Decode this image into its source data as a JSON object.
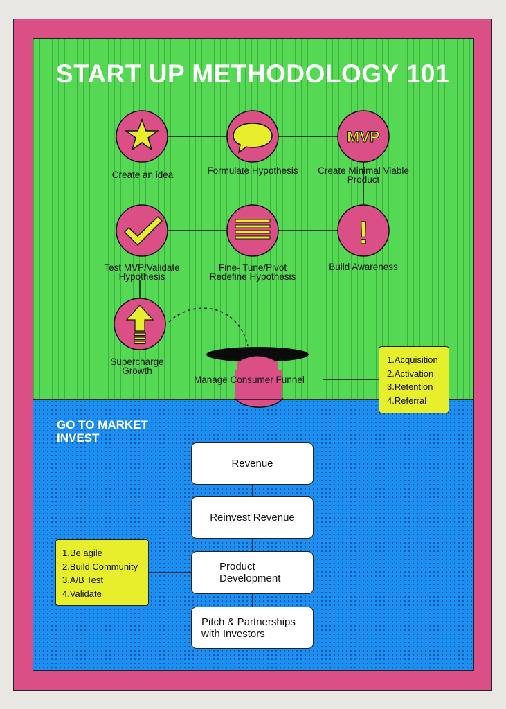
{
  "title": "START UP METHODOLOGY 101",
  "colors": {
    "frame": "#d94f86",
    "top_panel": "#55d954",
    "bottom_panel": "#1c8ff0",
    "node_fill": "#d94f86",
    "icon_fill": "#e7ee2b",
    "list_fill": "#e7ee2b"
  },
  "steps": [
    {
      "label": "Create an idea",
      "icon": "star-icon"
    },
    {
      "label": "Formulate Hypothesis",
      "icon": "speech-bubble-icon"
    },
    {
      "label": "Create Minimal Viable Product",
      "icon": "mvp-badge-icon",
      "icon_text": "MVP"
    },
    {
      "label": "Test MVP/Validate Hypothesis",
      "icon": "checkmark-icon"
    },
    {
      "label": "Fine- Tune/Pivot Redefine Hypothesis",
      "icon": "lines-icon"
    },
    {
      "label": "Build Awareness",
      "icon": "exclamation-icon",
      "icon_text": "!"
    },
    {
      "label": "Supercharge Growth",
      "icon": "up-arrow-icon"
    }
  ],
  "funnel": {
    "label": "Manage Consumer Funnel"
  },
  "funnel_list": [
    "1.Acquisition",
    "2.Activation",
    "3.Retention",
    "4.Referral"
  ],
  "market": {
    "line1": "GO TO MARKET",
    "line2": "INVEST"
  },
  "flow": [
    "Revenue",
    "Reinvest Revenue",
    "Product Development",
    "Pitch & Partnerships with Investors"
  ],
  "dev_list": [
    "1.Be agile",
    "2.Build Community",
    "3.A/B Test",
    "4.Validate"
  ]
}
